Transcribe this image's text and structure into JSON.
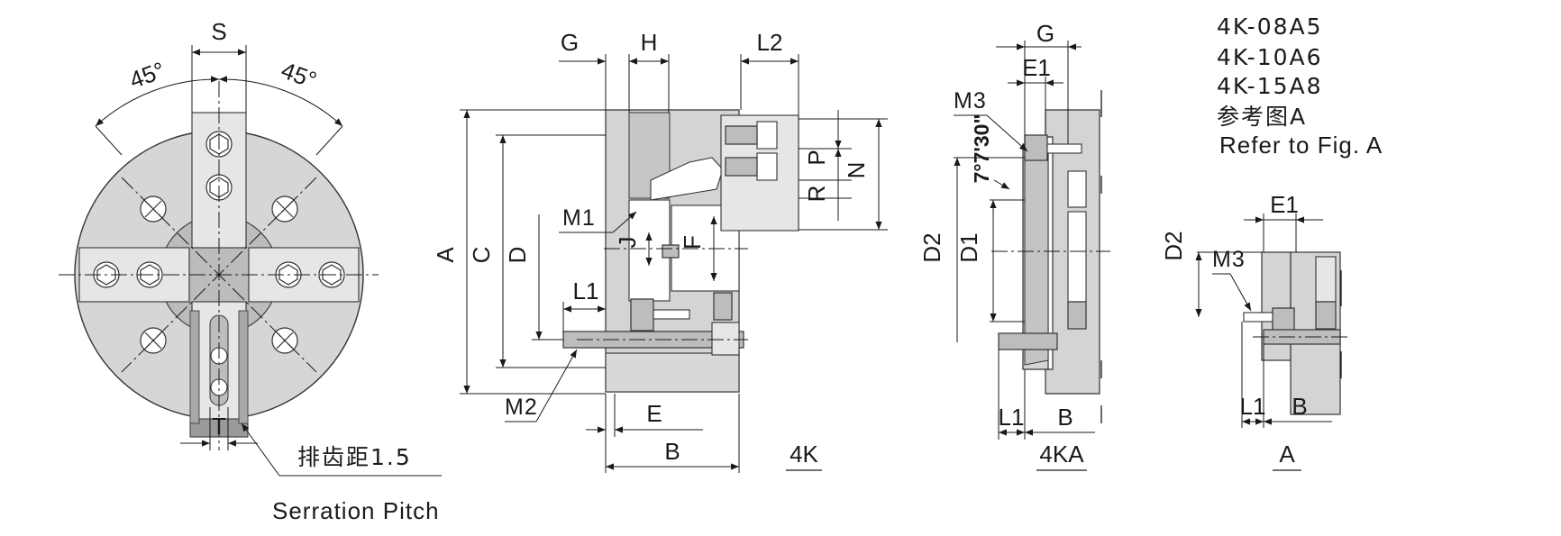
{
  "front_view": {
    "dims": {
      "s": "S",
      "t": "T",
      "angle_left": "45°",
      "angle_right": "45°"
    },
    "serration_cn": "排齿距1.5",
    "serration_en": "Serration Pitch"
  },
  "side_view": {
    "dims": {
      "g": "G",
      "h": "H",
      "l2": "L2",
      "p": "P",
      "r": "R",
      "n": "N",
      "a": "A",
      "c": "C",
      "d": "D",
      "j": "J",
      "f": "F",
      "m1": "M1",
      "m2": "M2",
      "l1": "L1",
      "e": "E",
      "b": "B"
    },
    "caption": "4K"
  },
  "ka_view": {
    "dims": {
      "g": "G",
      "e1": "E1",
      "m3": "M3",
      "angle": "7°7'30\"",
      "d2": "D2",
      "d1": "D1",
      "l1": "L1",
      "b": "B"
    },
    "caption": "4KA"
  },
  "models": [
    "4K-08A5",
    "4K-10A6",
    "4K-15A8"
  ],
  "refer_cn": "参考图A",
  "refer_en": "Refer to Fig. A",
  "fig_a": {
    "dims": {
      "e1": "E1",
      "d2": "D2",
      "m3": "M3",
      "l1": "L1",
      "b": "B"
    },
    "caption": "A"
  }
}
